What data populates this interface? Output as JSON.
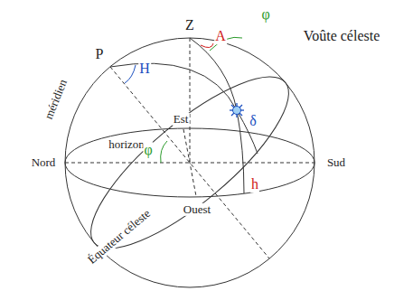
{
  "diagram": {
    "labels": [
      "Z",
      "P",
      "H",
      "A",
      "φ",
      "Voûte céleste",
      "méridien",
      "horizon",
      "Est",
      "δ",
      "φ",
      "Nord",
      "Sud",
      "h",
      "Ouest",
      "Équateur céleste"
    ]
  }
}
